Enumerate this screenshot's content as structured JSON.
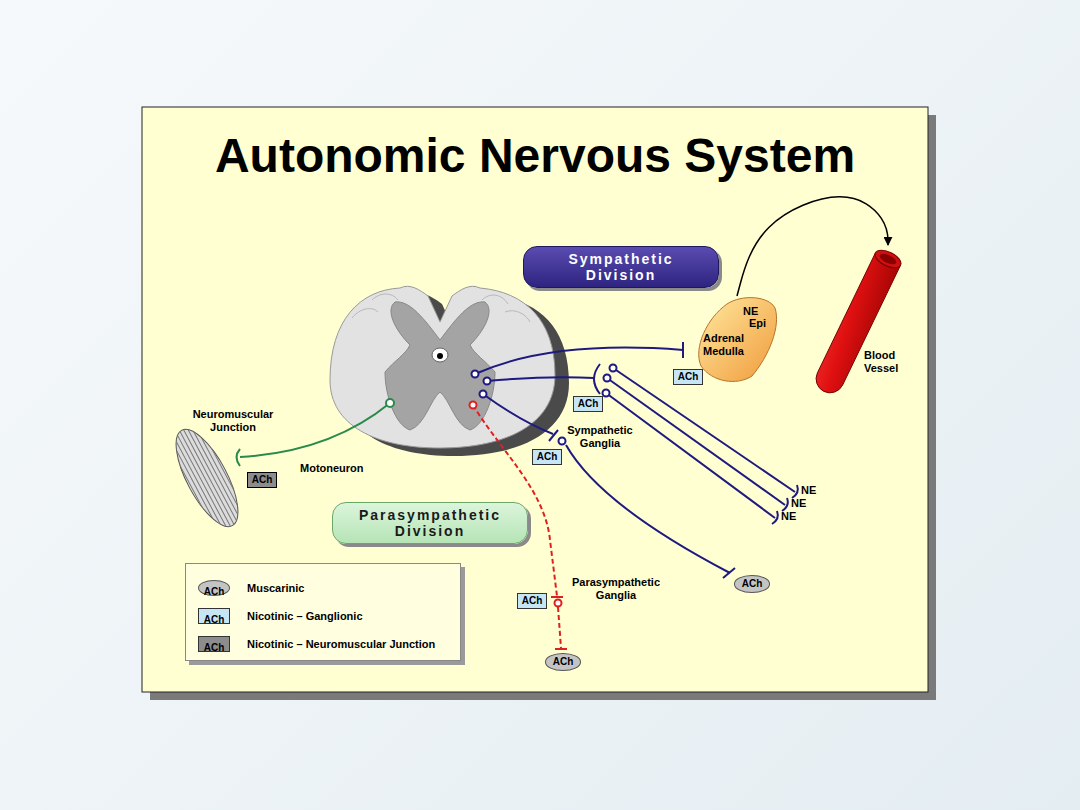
{
  "diagram": {
    "title": "Autonomic Nervous System",
    "nodes": [
      {
        "text": [
          "Sympathetic Division"
        ]
      },
      {
        "text": [
          "NE",
          "Epi",
          "Adrenal Medulla"
        ]
      },
      {
        "text": [
          "Blood Vessel"
        ]
      },
      {
        "text": [
          "ACh"
        ]
      },
      {
        "text": [
          "ACh"
        ]
      },
      {
        "text": [
          "ACh"
        ]
      },
      {
        "text": [
          "ACh"
        ]
      },
      {
        "text": [
          "Parasympathetic Division"
        ]
      },
      {
        "text": [
          "ACh"
        ]
      },
      {
        "text": [
          "ACh"
        ]
      },
      {
        "text": [
          "ACh"
        ]
      }
    ],
    "edges": [
      {
        "from": 1,
        "to": 2,
        "arrow": "to"
      }
    ],
    "labels": [
      "Neuromuscular Junction",
      "Motoneuron",
      "Sympathetic Ganglia",
      "NE",
      "NE",
      "NE",
      "Parasympathetic Ganglia",
      "ACh",
      "ACh",
      "ACh"
    ],
    "legend": [
      {
        "text": "Muscarinic",
        "color": "#c4c4c4"
      },
      {
        "text": "Nicotinic – Ganglionic",
        "color": "#c6e6f6"
      },
      {
        "text": "Nicotinic – Neuromuscular Junction",
        "color": "#8c8c8c"
      }
    ]
  }
}
